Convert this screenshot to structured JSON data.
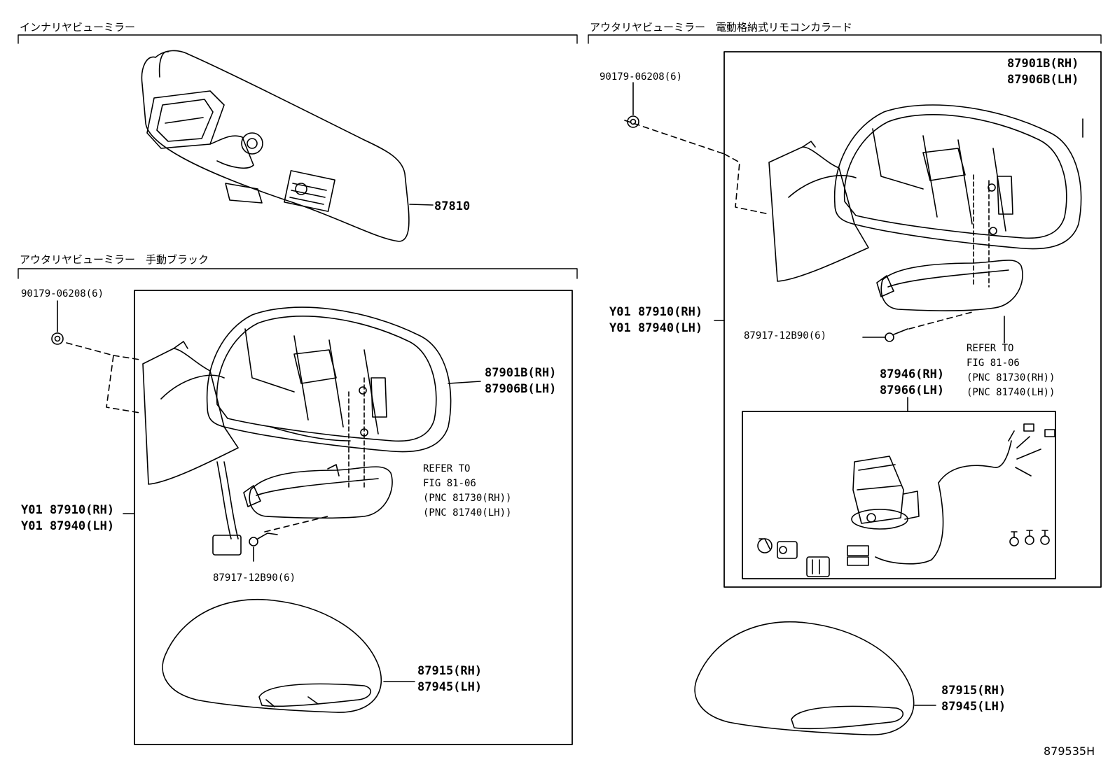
{
  "sections": {
    "inner": "インナリヤビューミラー",
    "outer_manual": "アウタリヤビューミラー　手動ブラック",
    "outer_remote": "アウタリヤビューミラー　電動格納式リモコンカラード"
  },
  "labels": {
    "inner_mirror": "87810",
    "left_screw": "90179-06208(6)",
    "left_housing_rh": "87901B(RH)",
    "left_housing_lh": "87906B(LH)",
    "left_assy_rh": "Y01 87910(RH)",
    "left_assy_lh": "Y01 87940(LH)",
    "left_small_screw": "87917-12B90(6)",
    "left_cover_rh": "87915(RH)",
    "left_cover_lh": "87945(LH)",
    "right_screw": "90179-06208(6)",
    "right_housing_rh": "87901B(RH)",
    "right_housing_lh": "87906B(LH)",
    "right_assy_rh": "Y01 87910(RH)",
    "right_assy_lh": "Y01 87940(LH)",
    "right_small_screw": "87917-12B90(6)",
    "right_motor_rh": "87946(RH)",
    "right_motor_lh": "87966(LH)",
    "right_cover_rh": "87915(RH)",
    "right_cover_lh": "87945(LH)"
  },
  "refer_left": [
    "REFER TO",
    "FIG 81-06",
    "(PNC 81730(RH))",
    "(PNC 81740(LH))"
  ],
  "refer_right": [
    "REFER TO",
    "FIG 81-06",
    "(PNC 81730(RH))",
    "(PNC 81740(LH))"
  ],
  "figure_number": "879535H"
}
